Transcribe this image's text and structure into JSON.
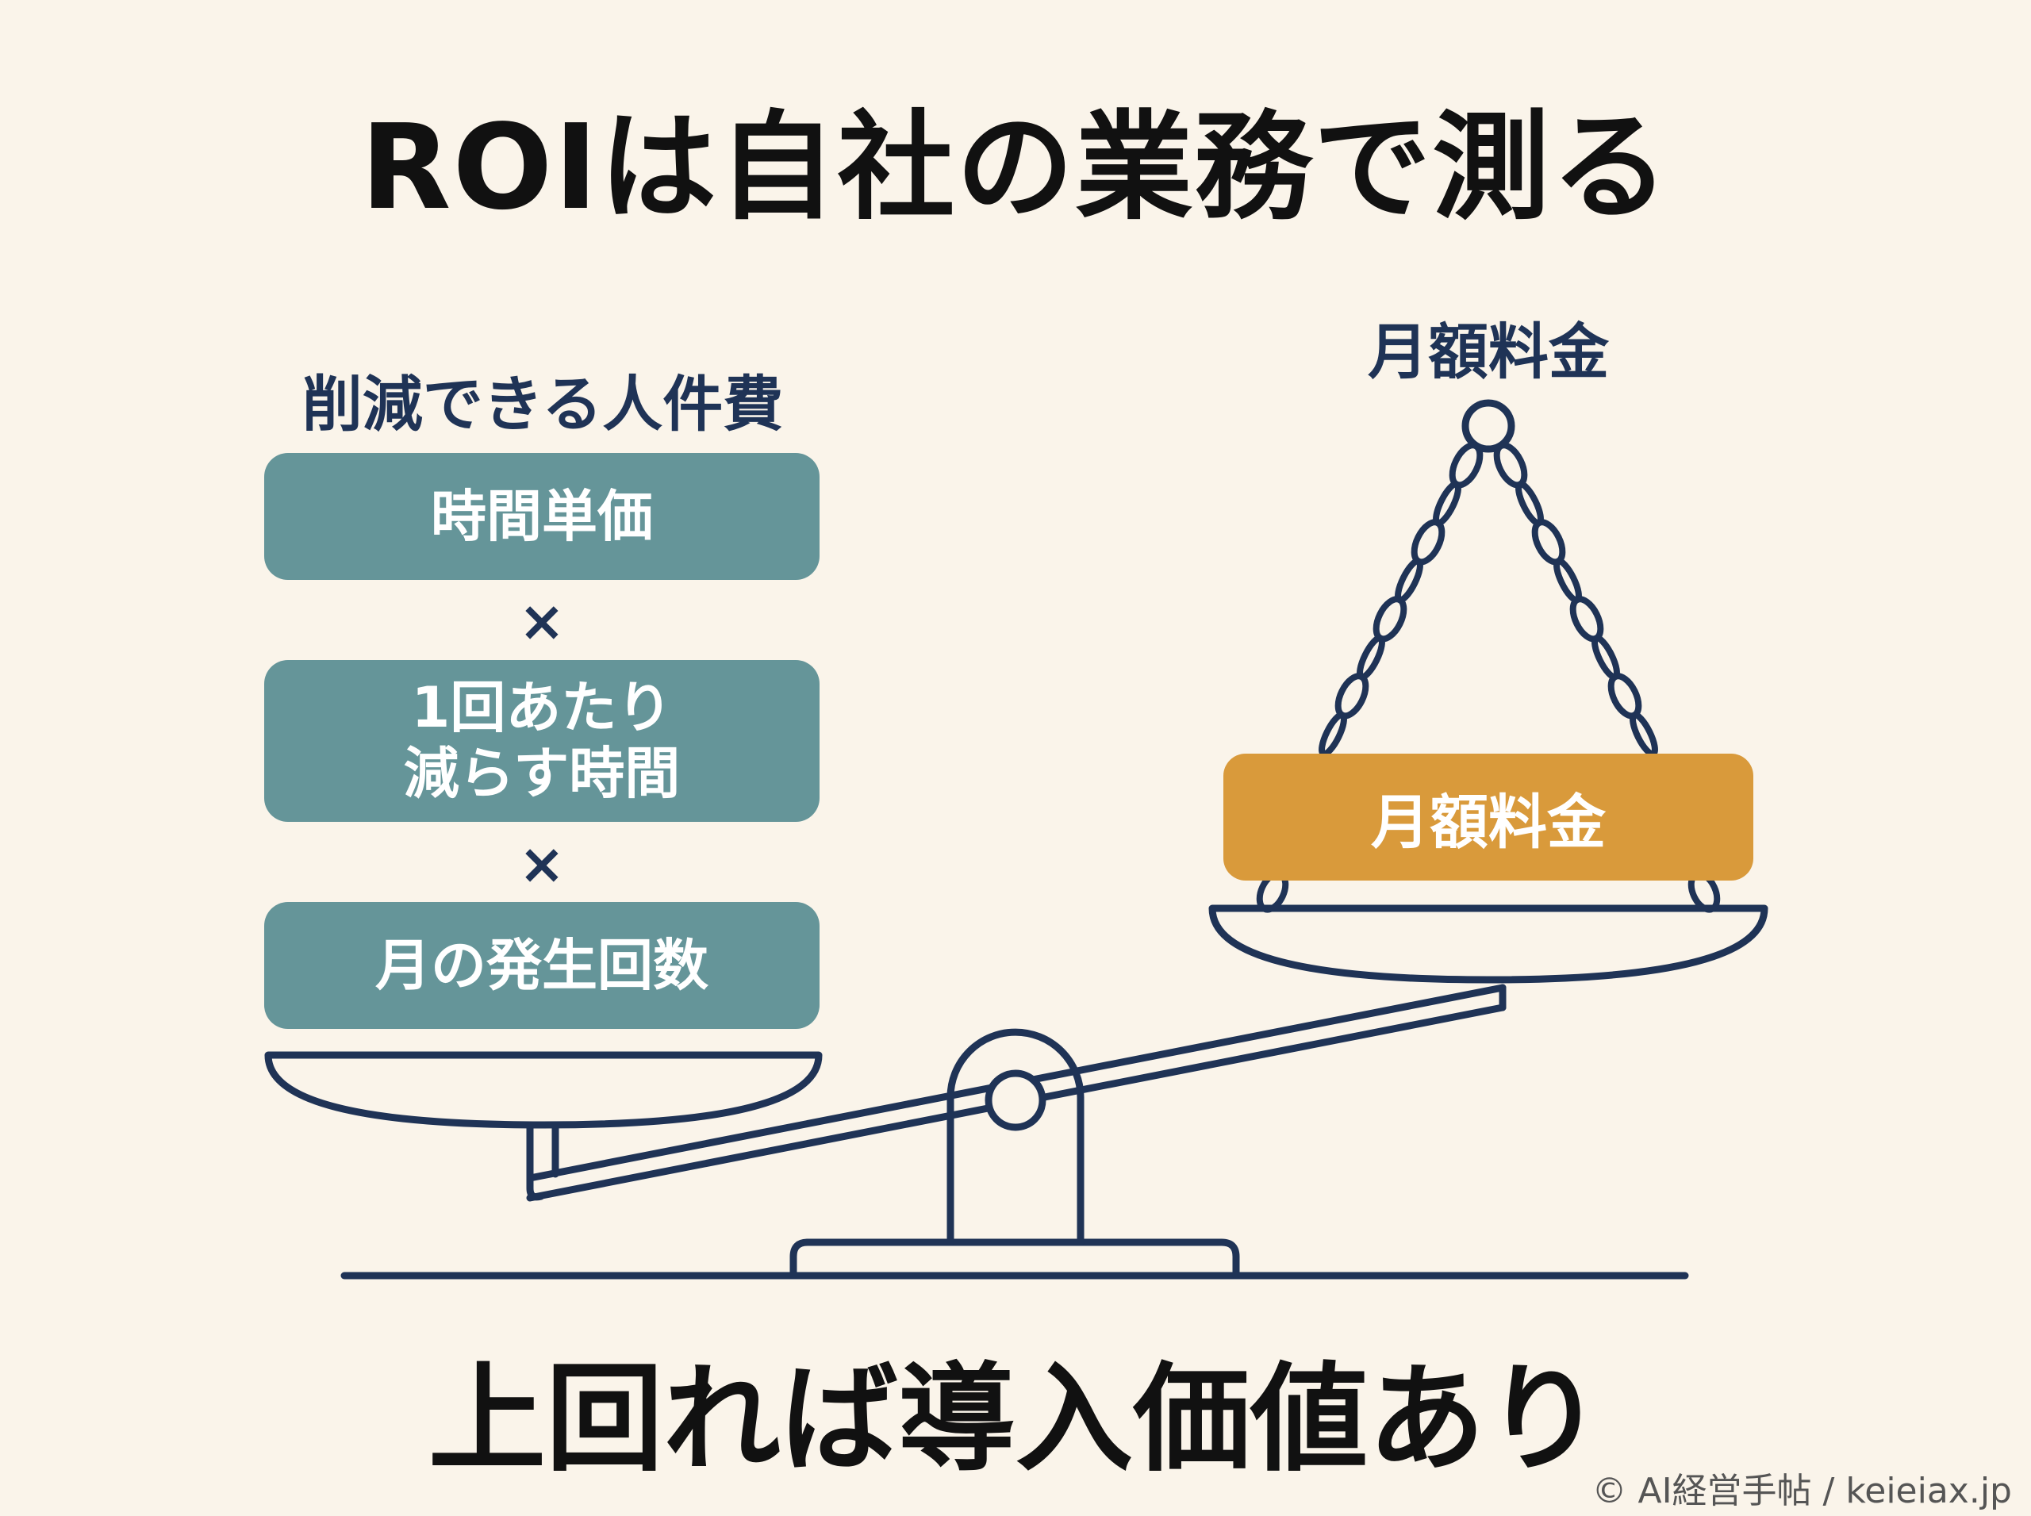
{
  "title": "ROIは自社の業務で測る",
  "left": {
    "heading": "削減できる人件費",
    "factors": [
      "時間単価",
      "1回あたり\n減らす時間",
      "月の発生回数"
    ],
    "operator": "×"
  },
  "right": {
    "heading": "月額料金",
    "box_label": "月額料金"
  },
  "conclusion": "上回れば導入価値あり",
  "credit": "© AI経営手帖 / keieiax.jp",
  "colors": {
    "background": "#faf4ea",
    "factor_box": "#659599",
    "fee_box": "#d99a3b",
    "line": "#1f3356"
  }
}
